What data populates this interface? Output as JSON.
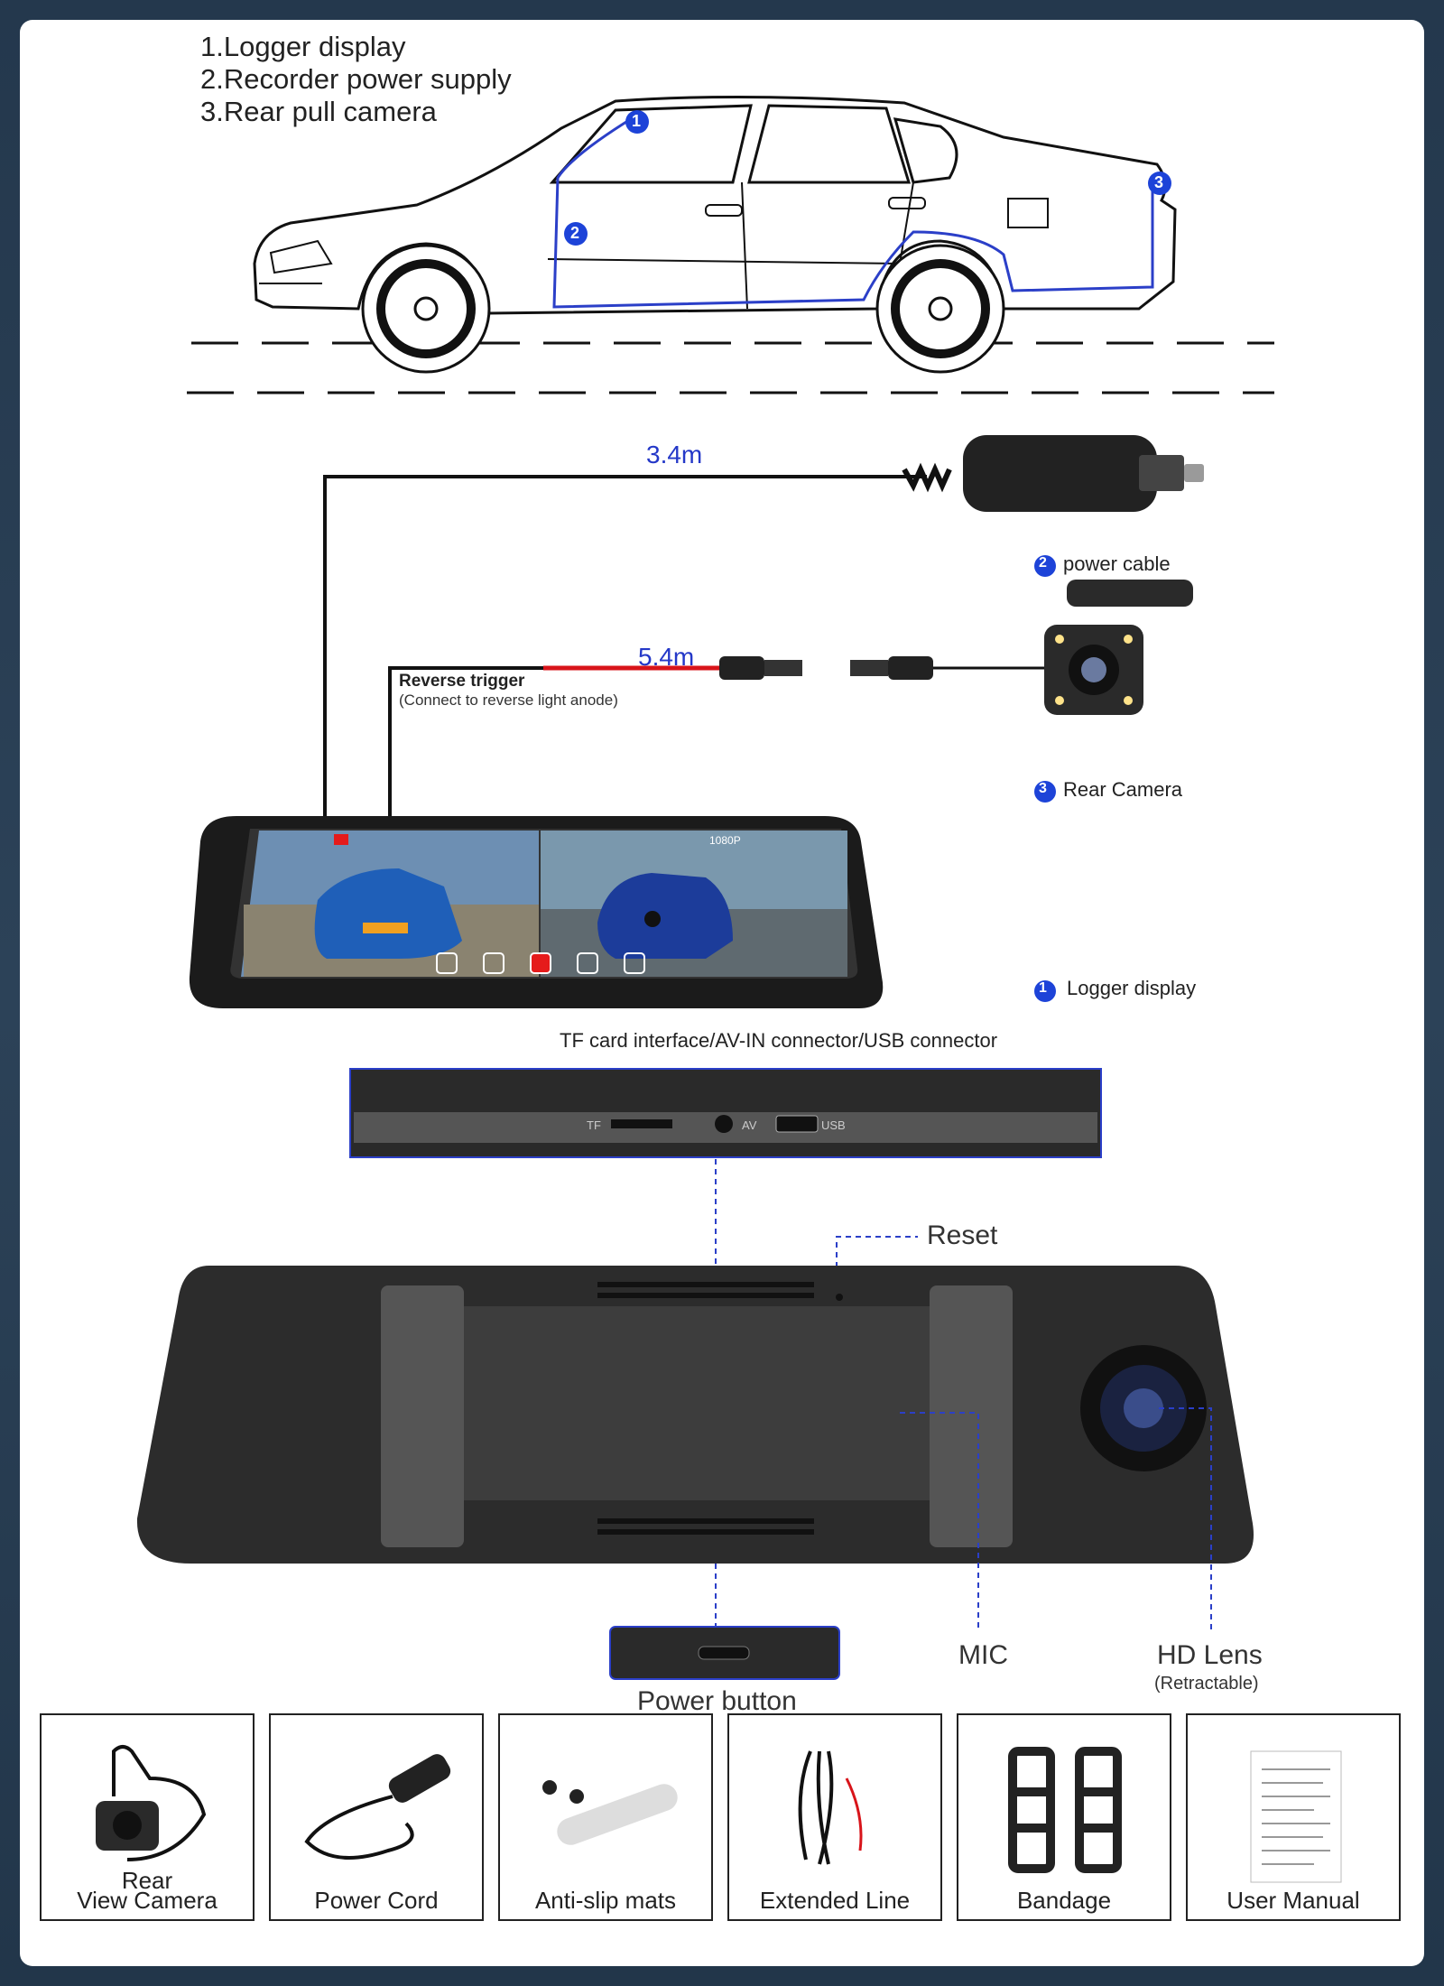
{
  "legend": [
    "1.Logger display",
    "2.Recorder power supply",
    "3.Rear pull camera"
  ],
  "badges": {
    "one": "1",
    "two": "2",
    "three": "3"
  },
  "cables": {
    "power_length": "3.4m",
    "camera_length": "5.4m"
  },
  "reverse_trigger": {
    "title": "Reverse trigger",
    "note": "(Connect to reverse light anode)"
  },
  "callouts": {
    "power_cable": "power cable",
    "rear_camera": "Rear Camera",
    "logger_display": "Logger display"
  },
  "screen": {
    "resolution": "1080P"
  },
  "ports": {
    "caption": "TF card interface/AV-IN connector/USB connector",
    "tf": "TF",
    "av": "AV",
    "usb": "USB"
  },
  "labels": {
    "reset": "Reset",
    "mic": "MIC",
    "hd_lens": "HD Lens",
    "hd_lens_note": "(Retractable)",
    "power_button": "Power button"
  },
  "package": [
    {
      "label": "Rear View Camera",
      "line1": "Rear",
      "line2": "View Camera"
    },
    {
      "label": "Power Cord"
    },
    {
      "label": "Anti-slip mats"
    },
    {
      "label": "Extended Line"
    },
    {
      "label": "Bandage"
    },
    {
      "label": "User Manual"
    }
  ],
  "colors": {
    "background": "#24384d",
    "accent_blue": "#1d43d8",
    "wire_blue": "#2b3fc8",
    "trigger_red": "#d8141a",
    "device_dark": "#2a2a2a"
  }
}
